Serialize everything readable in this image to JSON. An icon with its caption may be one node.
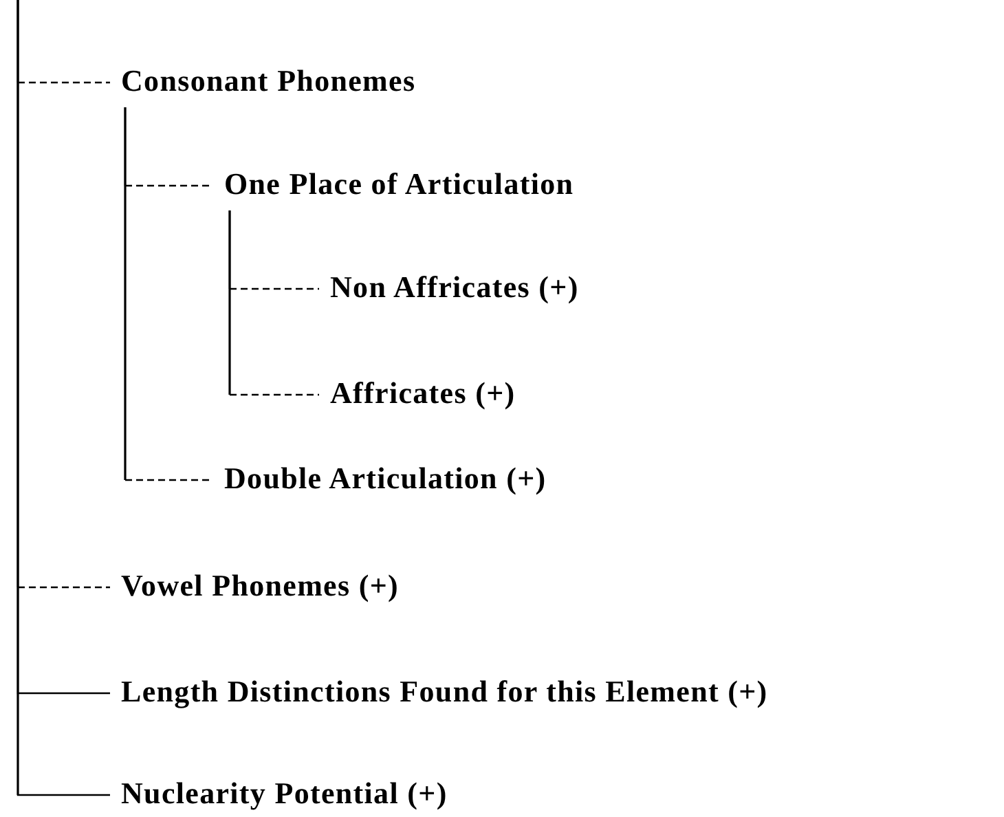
{
  "diagram": {
    "nodes": [
      {
        "text": [
          "Consonant Phonemes"
        ]
      },
      {
        "text": [
          "One Place of Articulation"
        ]
      },
      {
        "text": [
          "Non Affricates (+)"
        ]
      },
      {
        "text": [
          "Affricates (+)"
        ]
      },
      {
        "text": [
          "Double Articulation (+)"
        ]
      },
      {
        "text": [
          "Vowel Phonemes (+)"
        ]
      },
      {
        "text": [
          "Length Distinctions Found for this Element (+)"
        ]
      },
      {
        "text": [
          "Nuclearity Potential (+)"
        ]
      }
    ],
    "edges": [
      {
        "from": null,
        "to": 0,
        "arrow": "none",
        "style": "dashed"
      },
      {
        "from": 0,
        "to": 1,
        "arrow": "none",
        "style": "dashed"
      },
      {
        "from": 1,
        "to": 2,
        "arrow": "none",
        "style": "dashed"
      },
      {
        "from": 1,
        "to": 3,
        "arrow": "none",
        "style": "dashed"
      },
      {
        "from": 0,
        "to": 4,
        "arrow": "none",
        "style": "dashed"
      },
      {
        "from": null,
        "to": 5,
        "arrow": "none",
        "style": "dashed"
      },
      {
        "from": null,
        "to": 6,
        "arrow": "none"
      },
      {
        "from": null,
        "to": 7,
        "arrow": "none"
      }
    ]
  }
}
